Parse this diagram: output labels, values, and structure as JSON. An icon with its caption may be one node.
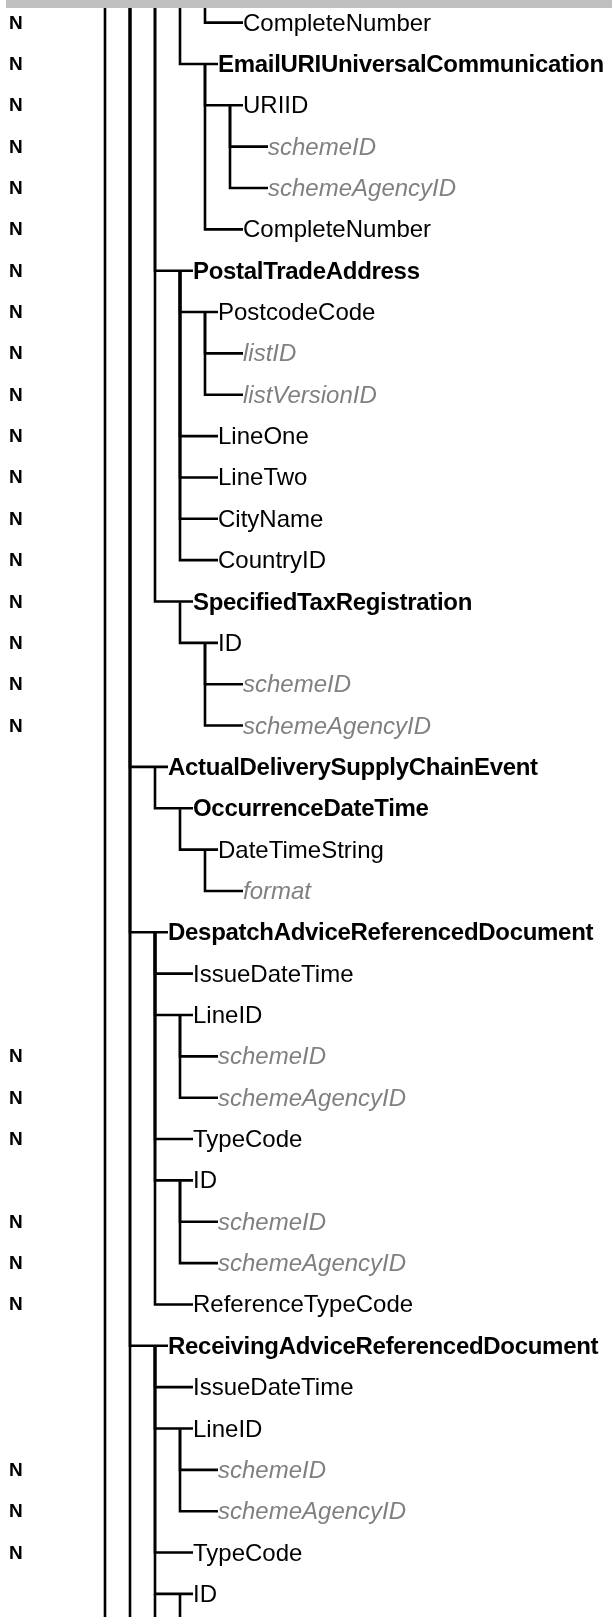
{
  "diagram": {
    "nodes": [
      {
        "text": [
          "CompleteNumber"
        ]
      },
      {
        "text": [
          "EmailURIUniversalCommunication"
        ]
      },
      {
        "text": [
          "URIID"
        ]
      },
      {
        "text": [
          "schemeID"
        ]
      },
      {
        "text": [
          "schemeAgencyID"
        ]
      },
      {
        "text": [
          "CompleteNumber"
        ]
      },
      {
        "text": [
          "PostalTradeAddress"
        ]
      },
      {
        "text": [
          "PostcodeCode"
        ]
      },
      {
        "text": [
          "listID"
        ]
      },
      {
        "text": [
          "listVersionID"
        ]
      },
      {
        "text": [
          "LineOne"
        ]
      },
      {
        "text": [
          "LineTwo"
        ]
      },
      {
        "text": [
          "CityName"
        ]
      },
      {
        "text": [
          "CountryID"
        ]
      },
      {
        "text": [
          "SpecifiedTaxRegistration"
        ]
      },
      {
        "text": [
          "ID"
        ]
      },
      {
        "text": [
          "schemeID"
        ]
      },
      {
        "text": [
          "schemeAgencyID"
        ]
      },
      {
        "text": [
          "ActualDeliverySupplyChainEvent"
        ]
      },
      {
        "text": [
          "OccurrenceDateTime"
        ]
      },
      {
        "text": [
          "DateTimeString"
        ]
      },
      {
        "text": [
          "format"
        ]
      },
      {
        "text": [
          "DespatchAdviceReferencedDocument"
        ]
      },
      {
        "text": [
          "IssueDateTime"
        ]
      },
      {
        "text": [
          "LineID"
        ]
      },
      {
        "text": [
          "schemeID"
        ]
      },
      {
        "text": [
          "schemeAgencyID"
        ]
      },
      {
        "text": [
          "TypeCode"
        ]
      },
      {
        "text": [
          "ID"
        ]
      },
      {
        "text": [
          "schemeID"
        ]
      },
      {
        "text": [
          "schemeAgencyID"
        ]
      },
      {
        "text": [
          "ReferenceTypeCode"
        ]
      },
      {
        "text": [
          "ReceivingAdviceReferencedDocument"
        ]
      },
      {
        "text": [
          "IssueDateTime"
        ]
      },
      {
        "text": [
          "LineID"
        ]
      },
      {
        "text": [
          "schemeID"
        ]
      },
      {
        "text": [
          "schemeAgencyID"
        ]
      },
      {
        "text": [
          "TypeCode"
        ]
      },
      {
        "text": [
          "ID"
        ]
      }
    ],
    "edges": [
      {
        "from": null,
        "to": 0,
        "arrow": "none"
      },
      {
        "from": null,
        "to": 1,
        "arrow": "none"
      },
      {
        "from": 1,
        "to": 2,
        "arrow": "none"
      },
      {
        "from": 2,
        "to": 3,
        "arrow": "none"
      },
      {
        "from": 2,
        "to": 4,
        "arrow": "none"
      },
      {
        "from": 1,
        "to": 5,
        "arrow": "none"
      },
      {
        "from": null,
        "to": 6,
        "arrow": "none"
      },
      {
        "from": 6,
        "to": 7,
        "arrow": "none"
      },
      {
        "from": 7,
        "to": 8,
        "arrow": "none"
      },
      {
        "from": 7,
        "to": 9,
        "arrow": "none"
      },
      {
        "from": 6,
        "to": 10,
        "arrow": "none"
      },
      {
        "from": 6,
        "to": 11,
        "arrow": "none"
      },
      {
        "from": 6,
        "to": 12,
        "arrow": "none"
      },
      {
        "from": 6,
        "to": 13,
        "arrow": "none"
      },
      {
        "from": null,
        "to": 14,
        "arrow": "none"
      },
      {
        "from": 14,
        "to": 15,
        "arrow": "none"
      },
      {
        "from": 15,
        "to": 16,
        "arrow": "none"
      },
      {
        "from": 15,
        "to": 17,
        "arrow": "none"
      },
      {
        "from": null,
        "to": 18,
        "arrow": "none"
      },
      {
        "from": 18,
        "to": 19,
        "arrow": "none"
      },
      {
        "from": 19,
        "to": 20,
        "arrow": "none"
      },
      {
        "from": 20,
        "to": 21,
        "arrow": "none"
      },
      {
        "from": null,
        "to": 22,
        "arrow": "none"
      },
      {
        "from": 22,
        "to": 23,
        "arrow": "none"
      },
      {
        "from": 22,
        "to": 24,
        "arrow": "none"
      },
      {
        "from": 24,
        "to": 25,
        "arrow": "none"
      },
      {
        "from": 24,
        "to": 26,
        "arrow": "none"
      },
      {
        "from": 22,
        "to": 27,
        "arrow": "none"
      },
      {
        "from": 22,
        "to": 28,
        "arrow": "none"
      },
      {
        "from": 28,
        "to": 29,
        "arrow": "none"
      },
      {
        "from": 28,
        "to": 30,
        "arrow": "none"
      },
      {
        "from": 22,
        "to": 31,
        "arrow": "none"
      },
      {
        "from": null,
        "to": 32,
        "arrow": "none"
      },
      {
        "from": 32,
        "to": 33,
        "arrow": "none"
      },
      {
        "from": 32,
        "to": 34,
        "arrow": "none"
      },
      {
        "from": 34,
        "to": 35,
        "arrow": "none"
      },
      {
        "from": 34,
        "to": 36,
        "arrow": "none"
      },
      {
        "from": 32,
        "to": 37,
        "arrow": "none"
      },
      {
        "from": 32,
        "to": 38,
        "arrow": "none"
      },
      {
        "from": 38,
        "to": null,
        "arrow": "none"
      }
    ],
    "labels": [
      "N",
      "N",
      "N",
      "N",
      "N",
      "N",
      "N",
      "N",
      "N",
      "N",
      "N",
      "N",
      "N",
      "N",
      "N",
      "N",
      "N",
      "N",
      "N",
      "N",
      "N",
      "N",
      "N",
      "N",
      "N",
      "N",
      "N"
    ]
  }
}
